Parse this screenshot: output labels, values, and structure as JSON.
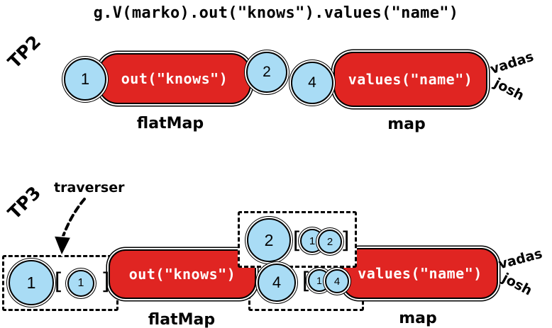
{
  "title": "g.V(marko).out(\"knows\").values(\"name\")",
  "colors": {
    "step_red": "#E02522",
    "traverser_blue": "#A9DCF5"
  },
  "tp2": {
    "label": "TP2",
    "start_traverser": "1",
    "step1": {
      "label": "out(\"knows\")",
      "type": "flatMap"
    },
    "mid_traversers": [
      "2",
      "4"
    ],
    "step2": {
      "label": "values(\"name\")",
      "type": "map"
    },
    "results": [
      "vadas",
      "josh"
    ]
  },
  "tp3": {
    "label": "TP3",
    "annotation": "traverser",
    "start": {
      "value": "1",
      "open": "[",
      "bulk": "1",
      "close": "]"
    },
    "step1": {
      "label": "out(\"knows\")",
      "type": "flatMap"
    },
    "traversers": [
      {
        "value": "2",
        "open": "[",
        "bulk": [
          "1",
          "2"
        ],
        "close": "]"
      },
      {
        "value": "4",
        "open": "[",
        "bulk": [
          "1",
          "4"
        ]
      }
    ],
    "step2": {
      "label": "values(\"name\")",
      "type": "map"
    },
    "results": [
      "vadas",
      "josh"
    ]
  }
}
